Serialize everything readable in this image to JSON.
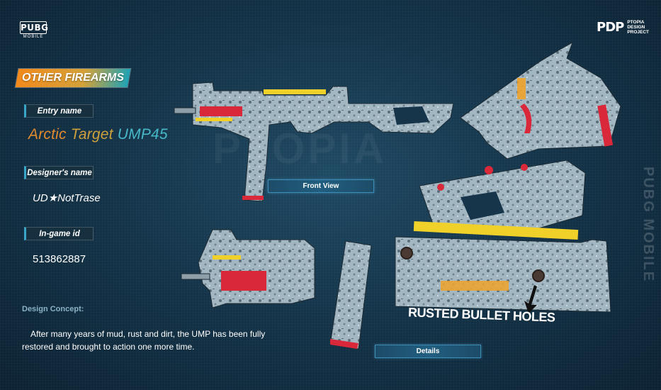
{
  "logos": {
    "pubg_line1": "PUBG",
    "pubg_line2": "MOBILE",
    "pdp_mark": "PDP",
    "pdp_line1": "PTOPIA",
    "pdp_line2": "DESIGN",
    "pdp_line3": "PROJECT"
  },
  "category": "OTHER FIREARMS",
  "entry": {
    "label": "Entry name",
    "name_word1": "Arctic",
    "name_word2": "Target",
    "name_word3": "UMP45"
  },
  "designer": {
    "label": "Designer's name",
    "value": "UD★NotTrase"
  },
  "ingame": {
    "label": "In-game id",
    "value": "513862887"
  },
  "concept": {
    "heading": "Design Concept:",
    "body": "After many years of mud, rust and dirt, the UMP has been fully restored and brought to action one more time."
  },
  "buttons": {
    "front_view": "Front View",
    "details": "Details"
  },
  "annotation": "RUSTED BULLET HOLES",
  "watermark": {
    "center": "PTOPIA",
    "side": "PUBG MOBILE"
  },
  "colors": {
    "skin_base": "#9fb3bf",
    "accent_red": "#d8283a",
    "accent_yellow": "#f0d12a",
    "accent_orange": "#e38b2f",
    "accent_teal": "#47b9c9"
  }
}
